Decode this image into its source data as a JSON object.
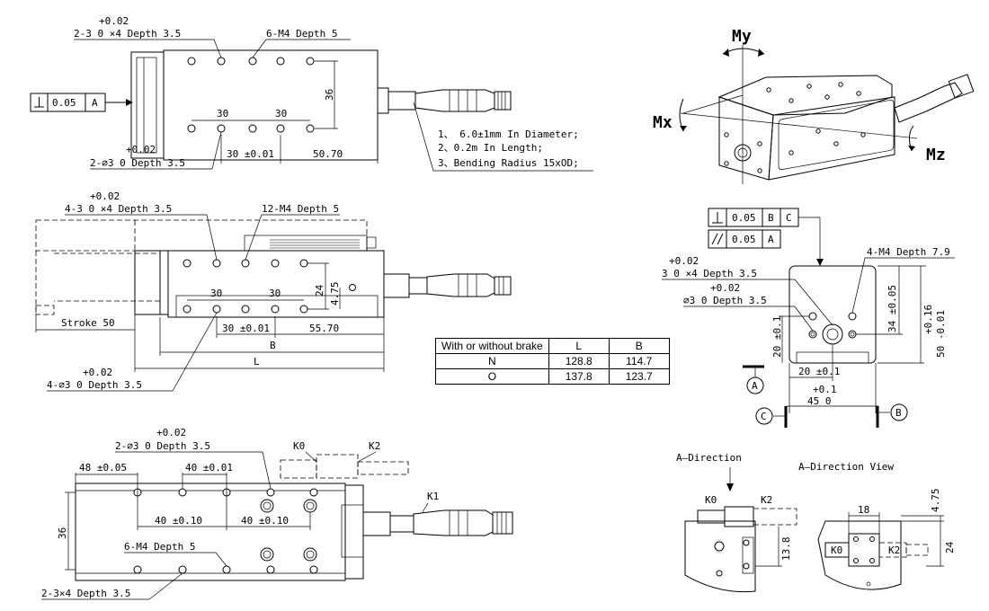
{
  "top_view": {
    "hole_note": "+0.02",
    "hole_spec": "2-3  0   ×4 Depth 3.5",
    "m4": "6-M4 Depth 5",
    "flatness_val": "0.05",
    "flatness_ref": "A",
    "dim_36": "36",
    "dim_30a": "30",
    "dim_30b": "30",
    "pin_tol": "+0.02",
    "pin_spec": "2-∅3  0    Depth 3.5",
    "dim_30_tol": "30 ±0.01",
    "dim_5070": "50.70",
    "cable_note_1": "1、 6.0±1mm In Diameter;",
    "cable_note_2": "2、0.2m In Length;",
    "cable_note_3": "3、Bending Radius 15xOD;"
  },
  "side_view": {
    "hole_tol": "+0.02",
    "hole_spec": "4-3  0   ×4 Depth 3.5",
    "m4": "12-M4 Depth 5",
    "dim_24": "24",
    "dim_475": "4.75",
    "dim_30a": "30",
    "dim_30b": "30",
    "dim_30_tol": "30 ±0.01",
    "dim_5570": "55.70",
    "stroke": "Stroke 50",
    "dim_B": "B",
    "dim_L": "L",
    "pin_tol": "+0.02",
    "pin_spec": "4-∅3  0    Depth 3.5"
  },
  "brake_table": {
    "headers": [
      "With or without brake",
      "L",
      "B"
    ],
    "rows": [
      [
        "N",
        "128.8",
        "114.7"
      ],
      [
        "O",
        "137.8",
        "123.7"
      ]
    ]
  },
  "bottom_view": {
    "pin_tol": "+0.02",
    "pin_spec": "2-∅3  0    Depth 3.5",
    "dim_48": "48 ±0.05",
    "dim_40a": "40 ±0.01",
    "dim_40b": "40 ±0.10",
    "dim_40c": "40 ±0.10",
    "dim_36": "36",
    "m4": "6-M4 Depth 5",
    "hole_spec": "2-3×4 Depth 3.5",
    "k0": "K0",
    "k2": "K2",
    "k1": "K1"
  },
  "iso_view": {
    "my": "My",
    "mx": "Mx",
    "mz": "Mz"
  },
  "end_view": {
    "tol_perp": "0.05",
    "tol_perp_b": "B",
    "tol_perp_c": "C",
    "tol_par": "0.05",
    "tol_par_a": "A",
    "m4": "4-M4 Depth 7.9",
    "hole_tol": "+0.02",
    "hole_spec": "3  0   ×4 Depth 3.5",
    "pin_tol": "+0.02",
    "pin_spec": "∅3  0    Depth 3.5",
    "dim_34": "34 ±0.05",
    "dim_50_tol": "+0.16",
    "dim_50": "50 -0.01",
    "dim_20v": "20 ±0.1",
    "dim_20h": "20 ±0.1",
    "dim_45_tol": "+0.1",
    "dim_45": "45  0",
    "datum_a": "A",
    "datum_b": "B",
    "datum_c": "C"
  },
  "direction_view": {
    "title_a": "A—Direction",
    "title_b": "A—Direction View",
    "k0a": "K0",
    "k2a": "K2",
    "dim_138": "13.8",
    "dim_18": "18",
    "dim_475": "4.75",
    "dim_24": "24",
    "k0b": "K0",
    "k2b": "K2"
  }
}
